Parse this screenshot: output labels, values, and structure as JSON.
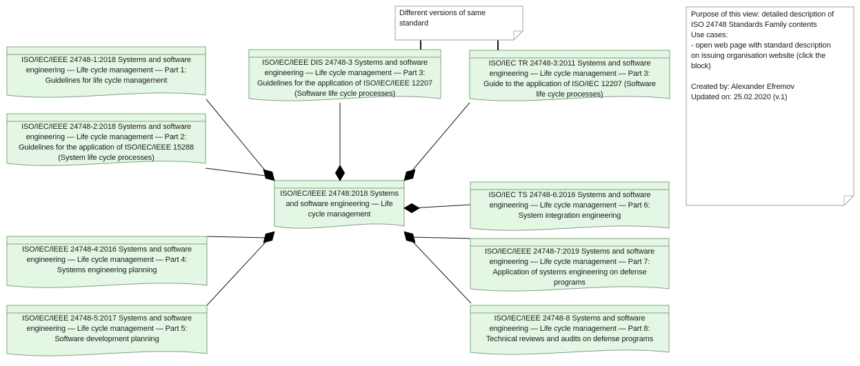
{
  "diagram": {
    "subject": "ISO 24748 Standards Family",
    "colors": {
      "block_fill": "#e4f7e4",
      "block_border": "#7ba37b",
      "note_border": "#9c9c9c",
      "connector": "#141414",
      "diamond": "#000000",
      "text": "#1a1a1a"
    },
    "central_standard": {
      "label": "ISO/IEC/IEEE 24748:2018 Systems\nand software engineering — Life\ncycle management"
    },
    "standards": [
      {
        "id": "part1",
        "label": "ISO/IEC/IEEE 24748-1:2018 Systems and software\nengineering — Life cycle management — Part 1:\nGuidelines for life cycle management"
      },
      {
        "id": "part2",
        "label": "ISO/IEC/IEEE 24748-2:2018 Systems and software\nengineering — Life cycle management — Part 2:\nGuidelines for the application of ISO/IEC/IEEE 15288\n(System life cycle processes)"
      },
      {
        "id": "dis3",
        "label": "ISO/IEC/IEEE DIS 24748-3 Systems and software\nengineering — Life cycle management — Part 3:\nGuidelines for the application of ISO/IEC/IEEE 12207\n(Software life cycle processes)"
      },
      {
        "id": "tr3",
        "label": "ISO/IEC TR 24748-3:2011 Systems and software\nengineering — Life cycle management — Part 3:\nGuide to the application of ISO/IEC 12207 (Software\nlife cycle processes)"
      },
      {
        "id": "ts6",
        "label": "ISO/IEC TS 24748-6:2016 Systems and software\nengineering — Life cycle management — Part 6:\nSystem integration engineering"
      },
      {
        "id": "part7",
        "label": "ISO/IEC/IEEE 24748-7:2019 Systems and software\nengineering — Life cycle management — Part 7:\nApplication of systems engineering on defense\nprograms"
      },
      {
        "id": "part8",
        "label": "ISO/IEC/IEEE 24748-8 Systems and software\nengineering — Life cycle management — Part 8:\nTechnical reviews and audits on defense programs"
      },
      {
        "id": "part4",
        "label": "ISO/IEC/IEEE 24748-4:2016 Systems and software\nengineering — Life cycle management — Part 4:\nSystems engineering planning"
      },
      {
        "id": "part5",
        "label": "ISO/IEC/IEEE 24748-5:2017 Systems and software\nengineering — Life cycle management — Part 5:\nSoftware development planning"
      }
    ],
    "version_note": {
      "text": "Different versions of same\nstandard"
    },
    "info_panel": {
      "text": "Purpose of this view: detailed description of\nISO 24748 Standards Family contents\nUse cases:\n- open web page with standard description\non issuing organisation website (click the\nblock)\n\nCreated by: Alexander Efremov\nUpdated on: 25.02.2020 (v.1)"
    }
  }
}
